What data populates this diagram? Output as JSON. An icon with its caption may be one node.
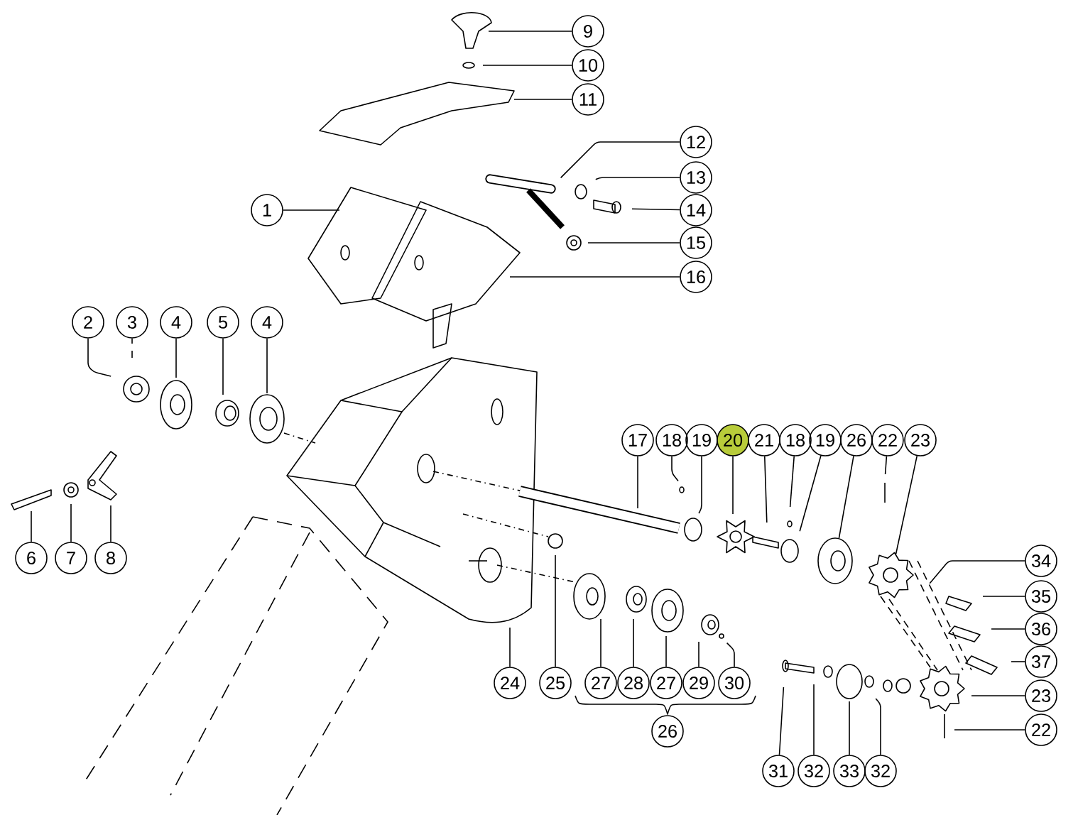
{
  "diagram": {
    "nodes": [
      {
        "text": [
          "9"
        ]
      },
      {
        "text": [
          "10"
        ]
      },
      {
        "text": [
          "11"
        ]
      },
      {
        "text": [
          "12"
        ]
      },
      {
        "text": [
          "13"
        ]
      },
      {
        "text": [
          "1"
        ]
      },
      {
        "text": [
          "14"
        ]
      },
      {
        "text": [
          "15"
        ]
      },
      {
        "text": [
          "16"
        ]
      },
      {
        "text": [
          "2"
        ]
      },
      {
        "text": [
          "3"
        ]
      },
      {
        "text": [
          "4"
        ]
      },
      {
        "text": [
          "5"
        ]
      },
      {
        "text": [
          "4"
        ]
      },
      {
        "text": [
          "17"
        ]
      },
      {
        "text": [
          "18"
        ]
      },
      {
        "text": [
          "19"
        ]
      },
      {
        "text": [
          "20"
        ]
      },
      {
        "text": [
          "21"
        ]
      },
      {
        "text": [
          "18"
        ]
      },
      {
        "text": [
          "19"
        ]
      },
      {
        "text": [
          "26"
        ]
      },
      {
        "text": [
          "22"
        ]
      },
      {
        "text": [
          "23"
        ]
      },
      {
        "text": [
          "6"
        ]
      },
      {
        "text": [
          "7"
        ]
      },
      {
        "text": [
          "8"
        ]
      },
      {
        "text": [
          "34"
        ]
      },
      {
        "text": [
          "35"
        ]
      },
      {
        "text": [
          "36"
        ]
      },
      {
        "text": [
          "37"
        ]
      },
      {
        "text": [
          "24"
        ]
      },
      {
        "text": [
          "25"
        ]
      },
      {
        "text": [
          "27"
        ]
      },
      {
        "text": [
          "28"
        ]
      },
      {
        "text": [
          "27"
        ]
      },
      {
        "text": [
          "29"
        ]
      },
      {
        "text": [
          "30"
        ]
      },
      {
        "text": [
          "23"
        ]
      },
      {
        "text": [
          "26"
        ]
      },
      {
        "text": [
          "22"
        ]
      },
      {
        "text": [
          "31"
        ]
      },
      {
        "text": [
          "32"
        ]
      },
      {
        "text": [
          "33"
        ]
      },
      {
        "text": [
          "32"
        ]
      }
    ],
    "edges": [
      {
        "from": 0,
        "to": null,
        "arrow": "none"
      },
      {
        "from": 1,
        "to": null,
        "arrow": "none"
      },
      {
        "from": 2,
        "to": null,
        "arrow": "none"
      },
      {
        "from": 3,
        "to": null,
        "arrow": "none"
      },
      {
        "from": 4,
        "to": null,
        "arrow": "none"
      },
      {
        "from": 5,
        "to": null,
        "arrow": "none"
      },
      {
        "from": 6,
        "to": null,
        "arrow": "none"
      },
      {
        "from": 7,
        "to": null,
        "arrow": "none"
      },
      {
        "from": 8,
        "to": null,
        "arrow": "none"
      },
      {
        "from": 9,
        "to": null,
        "arrow": "none"
      },
      {
        "from": 10,
        "to": null,
        "arrow": "none"
      },
      {
        "from": 11,
        "to": null,
        "arrow": "none"
      },
      {
        "from": 12,
        "to": null,
        "arrow": "none"
      },
      {
        "from": 13,
        "to": null,
        "arrow": "none"
      },
      {
        "from": 14,
        "to": null,
        "arrow": "none"
      },
      {
        "from": 15,
        "to": null,
        "arrow": "none"
      },
      {
        "from": 16,
        "to": null,
        "arrow": "none"
      },
      {
        "from": 17,
        "to": null,
        "arrow": "none"
      },
      {
        "from": 18,
        "to": null,
        "arrow": "none"
      },
      {
        "from": 19,
        "to": null,
        "arrow": "none"
      },
      {
        "from": 20,
        "to": null,
        "arrow": "none"
      },
      {
        "from": 21,
        "to": null,
        "arrow": "none"
      },
      {
        "from": 22,
        "to": null,
        "arrow": "none"
      },
      {
        "from": 23,
        "to": null,
        "arrow": "none"
      },
      {
        "from": 24,
        "to": null,
        "arrow": "none"
      },
      {
        "from": 25,
        "to": null,
        "arrow": "none"
      },
      {
        "from": 26,
        "to": null,
        "arrow": "none"
      },
      {
        "from": 27,
        "to": null,
        "arrow": "none"
      },
      {
        "from": 28,
        "to": null,
        "arrow": "none"
      },
      {
        "from": 29,
        "to": null,
        "arrow": "none"
      },
      {
        "from": 30,
        "to": null,
        "arrow": "none"
      },
      {
        "from": 31,
        "to": null,
        "arrow": "none"
      },
      {
        "from": 32,
        "to": null,
        "arrow": "none"
      },
      {
        "from": 33,
        "to": null,
        "arrow": "none"
      },
      {
        "from": 34,
        "to": null,
        "arrow": "none"
      },
      {
        "from": 35,
        "to": null,
        "arrow": "none"
      },
      {
        "from": 36,
        "to": null,
        "arrow": "none"
      },
      {
        "from": 37,
        "to": null,
        "arrow": "none"
      },
      {
        "from": 38,
        "to": null,
        "arrow": "none"
      },
      {
        "from": 40,
        "to": null,
        "arrow": "none"
      },
      {
        "from": 41,
        "to": null,
        "arrow": "none"
      },
      {
        "from": 42,
        "to": null,
        "arrow": "none"
      },
      {
        "from": 43,
        "to": null,
        "arrow": "none"
      },
      {
        "from": 44,
        "to": null,
        "arrow": "none"
      }
    ]
  }
}
